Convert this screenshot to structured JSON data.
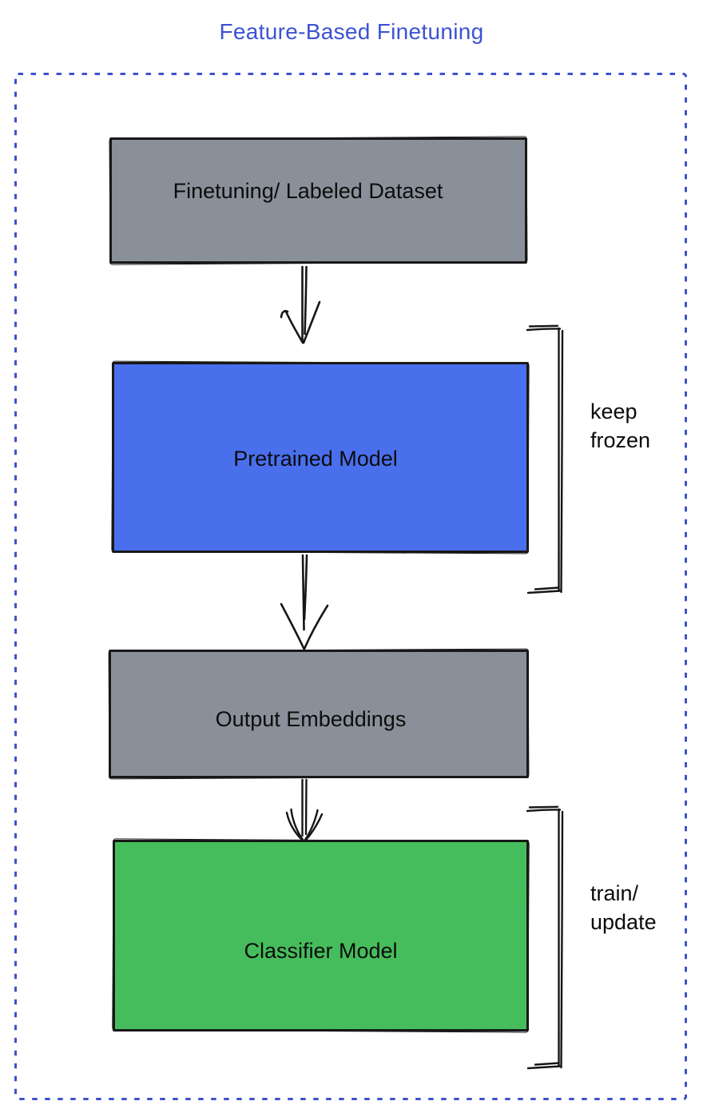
{
  "title": "Feature-Based Finetuning",
  "colors": {
    "title": "#3D52D4",
    "dashed_border": "#3D52CC",
    "sketch_stroke": "#161616",
    "gray_fill": "#8A9099",
    "blue_fill": "#4A6FED",
    "green_fill": "#46BD5C"
  },
  "nodes": [
    {
      "label": "Finetuning/ Labeled Dataset",
      "fill": "#8A9099"
    },
    {
      "label": "Pretrained Model",
      "fill": "#4A6FED"
    },
    {
      "label": "Output Embeddings",
      "fill": "#8A9099"
    },
    {
      "label": "Classifier Model",
      "fill": "#46BD5C"
    }
  ],
  "annotations": [
    {
      "label": "keep\nfrozen"
    },
    {
      "label": "train/\nupdate"
    }
  ]
}
